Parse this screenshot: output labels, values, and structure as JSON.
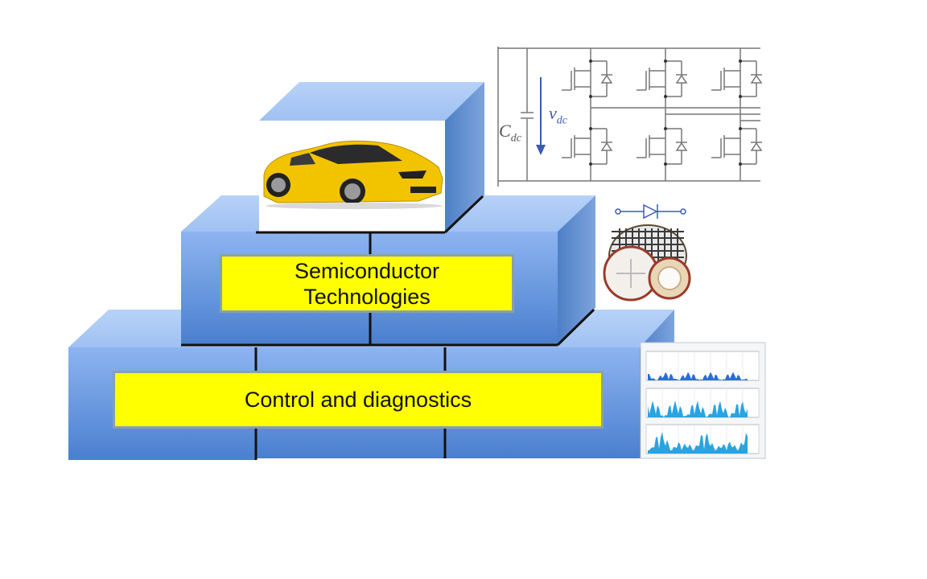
{
  "diagram": {
    "title_blocks": {
      "top": {
        "image": "yellow-sports-car",
        "label": ""
      },
      "middle": {
        "label_line1": "Semiconductor",
        "label_line2": "Technologies"
      },
      "bottom": {
        "label": "Control and diagnostics"
      }
    },
    "insets": {
      "inverter_circuit": {
        "capacitor_label_main": "C",
        "capacitor_label_sub": "dc",
        "voltage_label_main": "v",
        "voltage_label_sub": "dc",
        "switch_count": 6
      },
      "semiconductor_devices": {
        "symbol": "diode-symbol",
        "items": [
          "wafer",
          "press-pack-disc-large",
          "press-pack-disc-small"
        ]
      },
      "monitoring_charts": {
        "panel_count": 3
      }
    },
    "colors": {
      "block_front": "#5b8fd8",
      "block_top": "#a9c8f5",
      "block_side": "#3f6fb8",
      "label_fill": "#ffff00",
      "label_border": "#8aa0a8",
      "car": "#f2c400",
      "chart_fill": "#2aa3e0",
      "circuit_line": "#777777",
      "voltage_arrow": "#3b5bb5"
    }
  }
}
